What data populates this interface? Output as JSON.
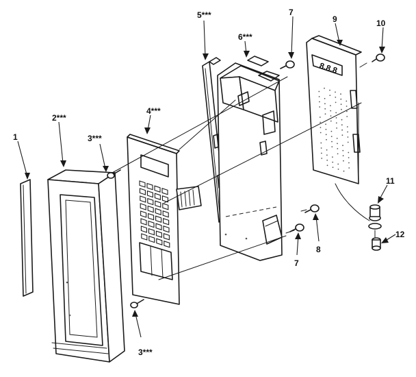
{
  "diagram": {
    "callouts": [
      {
        "id": "c1",
        "label": "1"
      },
      {
        "id": "c2",
        "label": "2***"
      },
      {
        "id": "c3a",
        "label": "3***"
      },
      {
        "id": "c3b",
        "label": "3***"
      },
      {
        "id": "c4",
        "label": "4***"
      },
      {
        "id": "c5",
        "label": "5***"
      },
      {
        "id": "c6",
        "label": "6***"
      },
      {
        "id": "c7a",
        "label": "7"
      },
      {
        "id": "c7b",
        "label": "7"
      },
      {
        "id": "c8",
        "label": "8"
      },
      {
        "id": "c9",
        "label": "9"
      },
      {
        "id": "c10",
        "label": "10"
      },
      {
        "id": "c11",
        "label": "11"
      },
      {
        "id": "c12",
        "label": "12"
      }
    ]
  }
}
